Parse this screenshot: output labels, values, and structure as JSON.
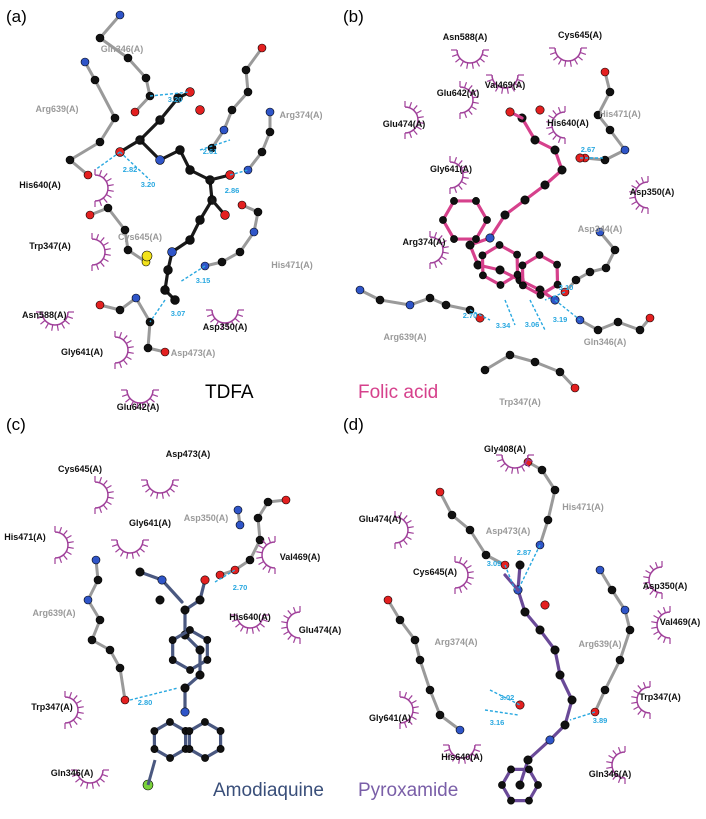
{
  "panels": [
    {
      "id": "a",
      "label": "(a)",
      "ligand": "TDFA",
      "ligand_color": "#000000",
      "bond_color": "#1a1a1a",
      "labels": [
        {
          "t": "Gln346(A)",
          "g": 1
        },
        {
          "t": "Arg639(A)",
          "g": 1
        },
        {
          "t": "Arg374(A)",
          "g": 1
        },
        {
          "t": "His640(A)",
          "g": 0
        },
        {
          "t": "Trp347(A)",
          "g": 0
        },
        {
          "t": "Cys645(A)",
          "g": 1
        },
        {
          "t": "His471(A)",
          "g": 1
        },
        {
          "t": "Asn588(A)",
          "g": 0
        },
        {
          "t": "Gly641(A)",
          "g": 0
        },
        {
          "t": "Asp350(A)",
          "g": 0
        },
        {
          "t": "Asp473(A)",
          "g": 1
        },
        {
          "t": "Glu642(A)",
          "g": 0
        }
      ],
      "hbonds": [
        "3.20",
        "2.82",
        "3.20",
        "2.61",
        "2.86",
        "3.15",
        "3.07"
      ]
    },
    {
      "id": "b",
      "label": "(b)",
      "ligand": "Folic acid",
      "ligand_color": "#d6418c",
      "bond_color": "#d6418c",
      "labels": [
        {
          "t": "Asn588(A)",
          "g": 0
        },
        {
          "t": "Cys645(A)",
          "g": 0
        },
        {
          "t": "Val469(A)",
          "g": 0
        },
        {
          "t": "Glu642(A)",
          "g": 0
        },
        {
          "t": "Glu474(A)",
          "g": 0
        },
        {
          "t": "His640(A)",
          "g": 0
        },
        {
          "t": "His471(A)",
          "g": 1
        },
        {
          "t": "Gly641(A)",
          "g": 0
        },
        {
          "t": "Asp350(A)",
          "g": 0
        },
        {
          "t": "Asp344(A)",
          "g": 1
        },
        {
          "t": "Arg374(A)",
          "g": 0
        },
        {
          "t": "Arg639(A)",
          "g": 1
        },
        {
          "t": "Gln346(A)",
          "g": 1
        },
        {
          "t": "Trp347(A)",
          "g": 1
        }
      ],
      "hbonds": [
        "2.67",
        "3.10",
        "2.70",
        "3.34",
        "3.06",
        "3.19"
      ]
    },
    {
      "id": "c",
      "label": "(c)",
      "ligand": "Amodiaquine",
      "ligand_color": "#3a4f7a",
      "bond_color": "#4a5880",
      "labels": [
        {
          "t": "Asp473(A)",
          "g": 0
        },
        {
          "t": "Cys645(A)",
          "g": 0
        },
        {
          "t": "Gly641(A)",
          "g": 0
        },
        {
          "t": "Asp350(A)",
          "g": 1
        },
        {
          "t": "His471(A)",
          "g": 0
        },
        {
          "t": "Val469(A)",
          "g": 0
        },
        {
          "t": "Arg639(A)",
          "g": 1
        },
        {
          "t": "His640(A)",
          "g": 0
        },
        {
          "t": "Glu474(A)",
          "g": 0
        },
        {
          "t": "Trp347(A)",
          "g": 0
        },
        {
          "t": "Gln346(A)",
          "g": 0
        }
      ],
      "hbonds": [
        "2.70",
        "2.80"
      ]
    },
    {
      "id": "d",
      "label": "(d)",
      "ligand": "Pyroxamide",
      "ligand_color": "#7a5fa8",
      "bond_color": "#6a4a98",
      "labels": [
        {
          "t": "Gly408(A)",
          "g": 0
        },
        {
          "t": "His471(A)",
          "g": 1
        },
        {
          "t": "Glu474(A)",
          "g": 0
        },
        {
          "t": "Asp473(A)",
          "g": 1
        },
        {
          "t": "Cys645(A)",
          "g": 0
        },
        {
          "t": "Asp350(A)",
          "g": 0
        },
        {
          "t": "Arg639(A)",
          "g": 1
        },
        {
          "t": "Val469(A)",
          "g": 0
        },
        {
          "t": "Arg374(A)",
          "g": 1
        },
        {
          "t": "Trp347(A)",
          "g": 0
        },
        {
          "t": "Gly641(A)",
          "g": 0
        },
        {
          "t": "His640(A)",
          "g": 0
        },
        {
          "t": "Gln346(A)",
          "g": 0
        }
      ],
      "hbonds": [
        "3.09",
        "2.87",
        "3.02",
        "3.16",
        "3.89"
      ]
    }
  ]
}
